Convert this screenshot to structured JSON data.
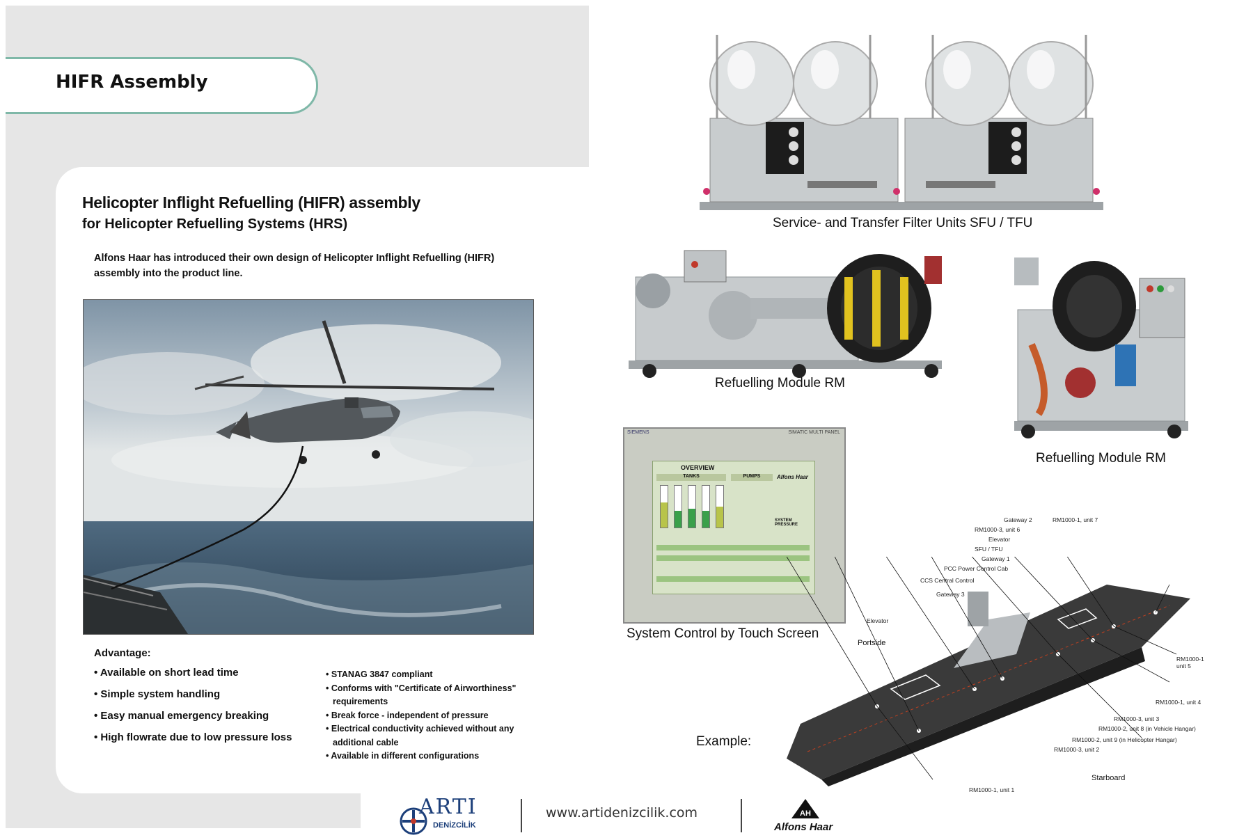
{
  "header": {
    "tab_title": "HIFR Assembly"
  },
  "article": {
    "title": "Helicopter Inflight Refuelling (HIFR) assembly",
    "subtitle": "for Helicopter Refuelling Systems (HRS)",
    "intro": "Alfons Haar has introduced their own design of Helicopter Inflight Refuelling (HIFR) assembly into the product line."
  },
  "advantages": {
    "heading": "Advantage:",
    "left": [
      "Available on short lead time",
      "Simple system handling",
      "Easy manual emergency breaking",
      "High flowrate due to low pressure loss"
    ],
    "right": [
      "STANAG 3847 compliant",
      "Conforms with \"Certificate of Airworthiness\" requirements",
      "Break force - independent of pressure",
      "Electrical conductivity achieved without any additional cable",
      "Available in different configurations"
    ]
  },
  "captions": {
    "sfu": "Service- and Transfer Filter Units SFU / TFU",
    "rm1": "Refuelling Module RM",
    "rm2": "Refuelling Module RM",
    "touch": "System Control by Touch Screen",
    "example": "Example:"
  },
  "panel": {
    "brand": "SIEMENS",
    "model": "SIMATIC MULTI PANEL",
    "overview": "OVERVIEW",
    "tanks": "TANKS",
    "pumps": "PUMPS",
    "logo": "Alfons Haar",
    "pressure": "SYSTEM PRESSURE"
  },
  "ship": {
    "labels": [
      "Gateway 2",
      "RM1000-1, unit 7",
      "RM1000-3, unit 6",
      "Elevator",
      "SFU / TFU",
      "Gateway 1",
      "PCC Power Control Cab",
      "CCS Central Control",
      "Gateway 3",
      "Elevator",
      "Portside",
      "RM1000-1 unit 5",
      "RM1000-1, unit 4",
      "RM1000-3, unit 3",
      "RM1000-2, unit 8 (in Vehicle Hangar)",
      "RM1000-2, unit 9 (in Helicopter Hangar)",
      "RM1000-3, unit 2",
      "RM1000-1, unit 1",
      "Starboard"
    ]
  },
  "footer": {
    "arti": "ARTI",
    "arti_sub": "DENİZCİLİK",
    "url": "www.artidenizcilik.com",
    "haar": "Alfons Haar",
    "haar_mark": "AH"
  }
}
